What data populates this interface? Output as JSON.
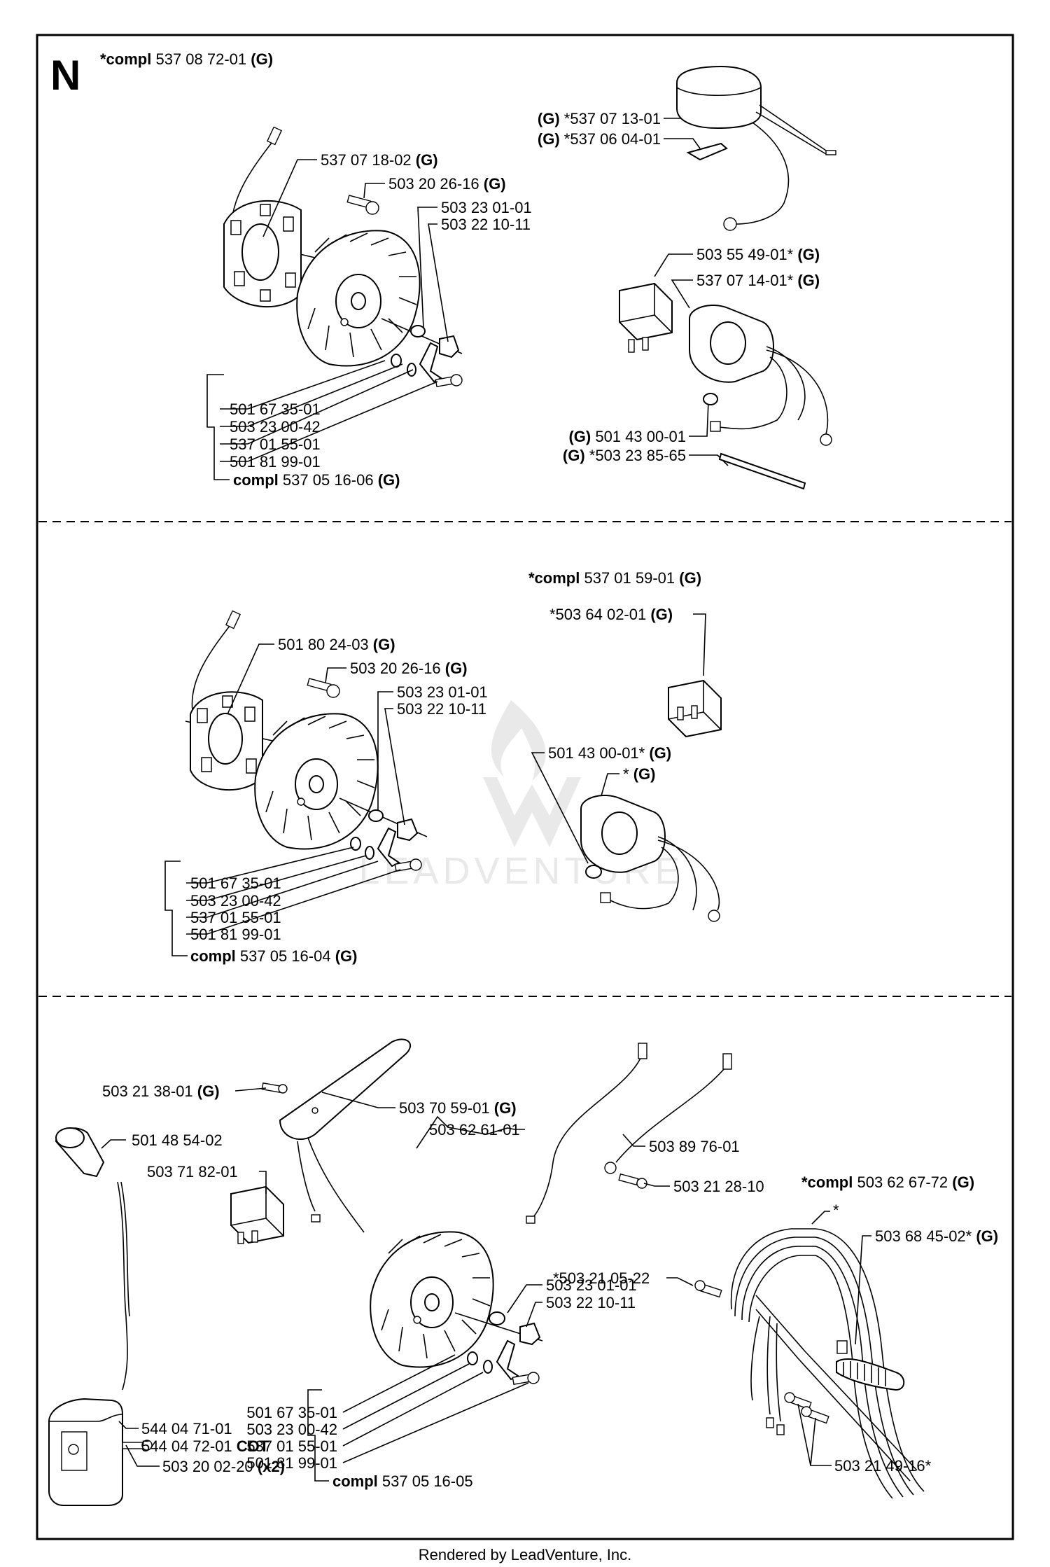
{
  "section_letter": "N",
  "footer": "Rendered by LeadVenture, Inc.",
  "watermark": "LEADVENTURE",
  "sections": [
    {
      "title": {
        "prefix": "*compl",
        "number": "537 08 72-01",
        "suffix": "(G)"
      },
      "labels": [
        {
          "text": "537 07 18-02",
          "bold": "(G)"
        },
        {
          "text": "503 20 26-16",
          "bold": "(G)"
        },
        {
          "text": "503 23 01-01",
          "bold": ""
        },
        {
          "text": "503 22 10-11",
          "bold": ""
        },
        {
          "text": "501 67 35-01",
          "bold": ""
        },
        {
          "text": "503 23 00-42",
          "bold": ""
        },
        {
          "text": "537 01 55-01",
          "bold": ""
        },
        {
          "text": "501 81 99-01",
          "bold": ""
        },
        {
          "prefix": "compl",
          "text": "537 05 16-06",
          "bold": "(G)"
        },
        {
          "prefix": "(G)",
          "text": "*537 07 13-01",
          "bold": ""
        },
        {
          "prefix": "(G)",
          "text": "*537 06 04-01",
          "bold": ""
        },
        {
          "text": "503 55 49-01*",
          "bold": "(G)"
        },
        {
          "text": "537 07 14-01*",
          "bold": "(G)"
        },
        {
          "prefix": "(G)",
          "text": "501 43 00-01",
          "bold": ""
        },
        {
          "prefix": "(G)",
          "text": "*503 23 85-65",
          "bold": ""
        }
      ]
    },
    {
      "title": {
        "prefix": "*compl",
        "number": "537 01 59-01",
        "suffix": "(G)"
      },
      "labels": [
        {
          "text": "501 80 24-03",
          "bold": "(G)"
        },
        {
          "text": "503 20 26-16",
          "bold": "(G)"
        },
        {
          "text": "503 23 01-01",
          "bold": ""
        },
        {
          "text": "503 22 10-11",
          "bold": ""
        },
        {
          "text": "501 67 35-01",
          "bold": ""
        },
        {
          "text": "503 23 00-42",
          "bold": ""
        },
        {
          "text": "537 01 55-01",
          "bold": ""
        },
        {
          "text": "501 81 99-01",
          "bold": ""
        },
        {
          "prefix": "compl",
          "text": "537 05 16-04",
          "bold": "(G)"
        },
        {
          "text": "*503 64 02-01",
          "bold": "(G)"
        },
        {
          "text": "501 43 00-01*",
          "bold": "(G)"
        },
        {
          "text": "*",
          "bold": "(G)"
        }
      ]
    },
    {
      "title": {
        "prefix": "*compl",
        "number": "503 62 67-72",
        "suffix": "(G)"
      },
      "labels": [
        {
          "text": "503 21 38-01",
          "bold": "(G)"
        },
        {
          "text": "503 70 59-01",
          "bold": "(G)"
        },
        {
          "text": "503 62 61-01",
          "bold": ""
        },
        {
          "text": "503 89 76-01",
          "bold": ""
        },
        {
          "text": "501 48 54-02",
          "bold": ""
        },
        {
          "text": "503 71 82-01",
          "bold": ""
        },
        {
          "text": "503 21 28-10",
          "bold": ""
        },
        {
          "text": "*",
          "bold": ""
        },
        {
          "text": "503 68 45-02*",
          "bold": "(G)"
        },
        {
          "text": "*503 21 05-22",
          "bold": ""
        },
        {
          "text": "503 23 01-01",
          "bold": ""
        },
        {
          "text": "503 22 10-11",
          "bold": ""
        },
        {
          "text": "544 04 71-01",
          "bold": ""
        },
        {
          "text": "544 04 72-01",
          "bold": "COT"
        },
        {
          "text": "501 67 35-01",
          "bold": ""
        },
        {
          "text": "503 23 00-42",
          "bold": ""
        },
        {
          "text": "537 01 55-01",
          "bold": ""
        },
        {
          "text": "501 81 99-01",
          "bold": ""
        },
        {
          "text": "503 20 02-20",
          "bold": "(x2)"
        },
        {
          "prefix": "compl",
          "text": "537 05 16-05",
          "bold": ""
        },
        {
          "text": "503 21 49-16*",
          "bold": ""
        }
      ]
    }
  ]
}
